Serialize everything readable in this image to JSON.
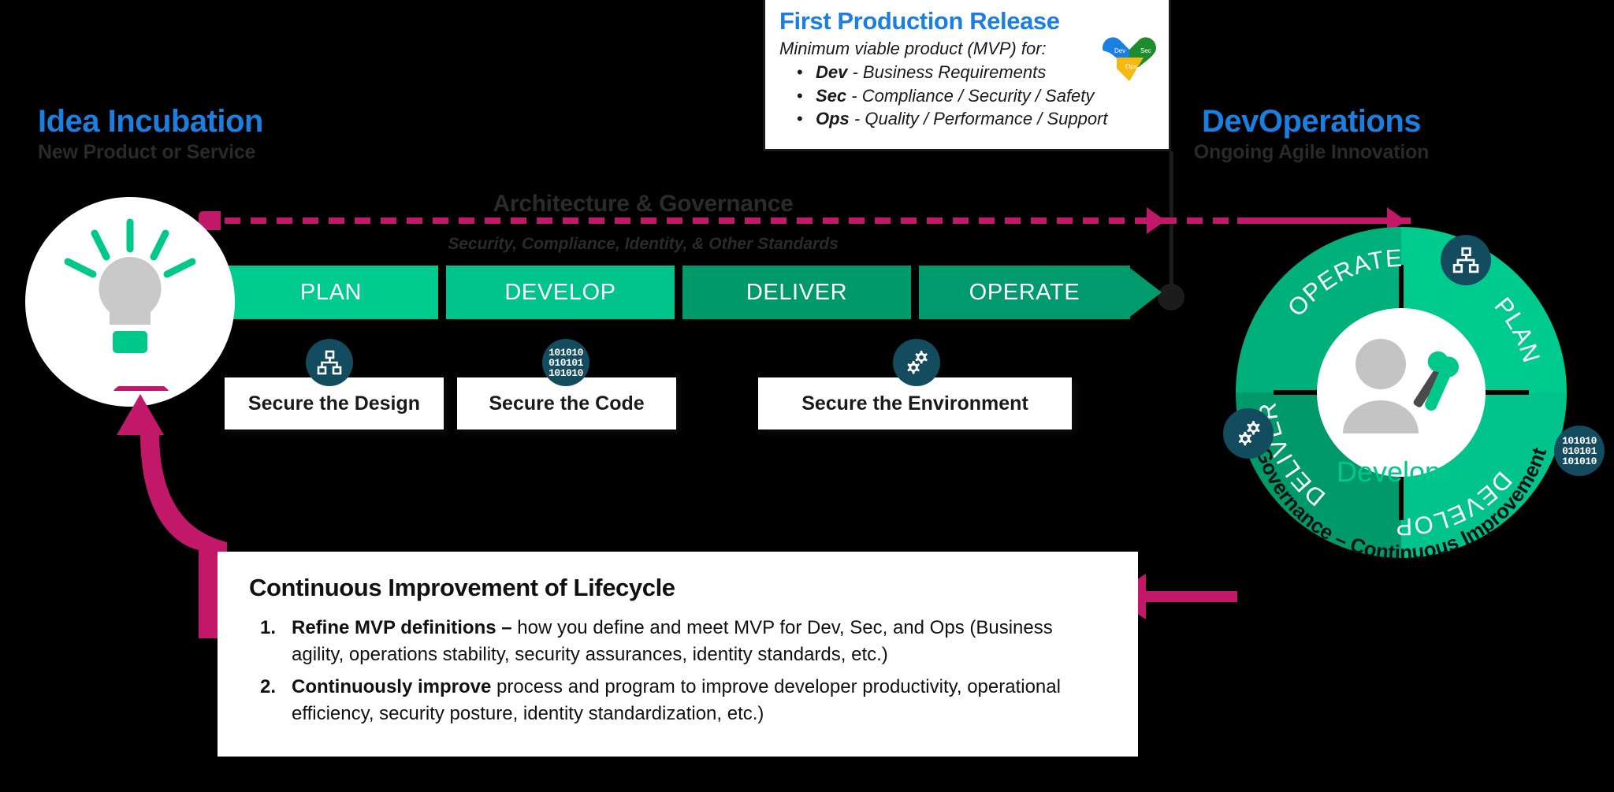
{
  "left_header": {
    "title": "Idea Incubation",
    "subtitle": "New Product or Service"
  },
  "right_header": {
    "title": "DevOperations",
    "subtitle": "Ongoing Agile Innovation"
  },
  "mvp_callout": {
    "title": "First Production Release",
    "subtitle": "Minimum viable product (MVP) for:",
    "items": [
      {
        "term": "Dev",
        "desc": "- Business Requirements"
      },
      {
        "term": "Sec",
        "desc": "- Compliance / Security / Safety"
      },
      {
        "term": "Ops",
        "desc": "- Quality / Performance / Support"
      }
    ],
    "heart": {
      "dev_label": "Dev",
      "sec_label": "Sec",
      "ops_label": "Ops",
      "dev_color": "#1a7fe0",
      "sec_color": "#1e8c2e",
      "ops_color": "#f5b912"
    }
  },
  "governance_band": {
    "title": "Architecture & Governance",
    "subtitle": "Security, Compliance, Identity, & Other Standards",
    "arrow_color": "#c2186a"
  },
  "pipeline": {
    "segments": [
      {
        "label": "PLAN",
        "color": "#00cb8e"
      },
      {
        "label": "DEVELOP",
        "color": "#00c48b"
      },
      {
        "label": "DELIVER",
        "color": "#00996a"
      },
      {
        "label": "OPERATE",
        "color": "#009a6c"
      }
    ]
  },
  "secure_boxes": [
    {
      "label": "Secure the Design",
      "icon": "org-chart-icon"
    },
    {
      "label": "Secure the Code",
      "icon": "binary-code-icon"
    },
    {
      "label": "Secure the Environment",
      "icon": "gears-icon"
    }
  ],
  "continuous_improvement": {
    "title": "Continuous Improvement of Lifecycle",
    "items": [
      {
        "num": "1.",
        "lead": "Refine MVP definitions – ",
        "rest": "how you define and meet MVP for Dev, Sec, and Ops (Business agility, operations stability, security assurances, identity standards, etc.)"
      },
      {
        "num": "2.",
        "lead": "Continuously improve ",
        "rest": "process and program to improve developer productivity, operational efficiency, security posture, identity standardization, etc.)"
      }
    ]
  },
  "wheel": {
    "center_label": "Developer",
    "center_label_color": "#00c88a",
    "quadrants": [
      {
        "label": "PLAN",
        "color": "#00cb8e"
      },
      {
        "label": "DEVELOP",
        "color": "#00c48b"
      },
      {
        "label": "DELIVER",
        "color": "#00996a"
      },
      {
        "label": "OPERATE",
        "color": "#00b07a"
      }
    ],
    "outer_ring_label": "Governance – Continuous Improvement",
    "badges": [
      {
        "name": "org-chart-icon",
        "position": "plan"
      },
      {
        "name": "binary-code-icon",
        "position": "develop"
      },
      {
        "name": "gears-icon",
        "position": "operate"
      }
    ]
  },
  "icons": {
    "lightbulb": "lightbulb-icon",
    "person_tools": "developer-person-icon"
  },
  "colors": {
    "background": "#000000",
    "accent_blue": "#1a7fe0",
    "accent_magenta": "#c2186a",
    "icon_navy": "#134b5f",
    "green_light": "#00cb8e",
    "green_dark": "#00996a"
  }
}
